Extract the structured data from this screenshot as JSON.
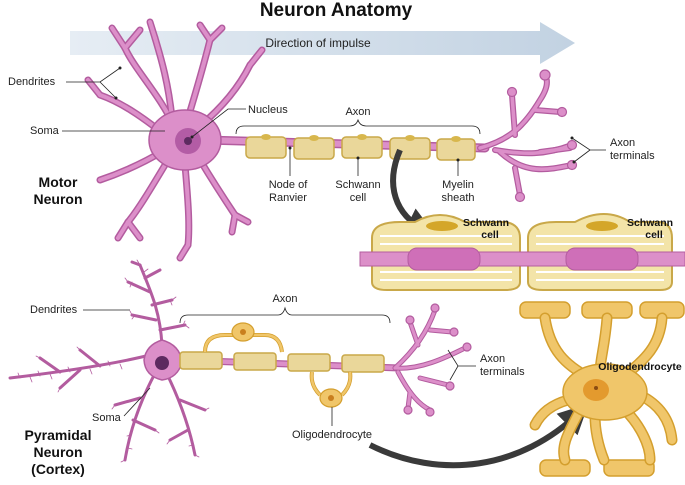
{
  "title": "Neuron Anatomy",
  "impulse_label": "Direction of impulse",
  "motor": {
    "name_line1": "Motor",
    "name_line2": "Neuron",
    "dendrites": "Dendrites",
    "soma": "Soma",
    "nucleus": "Nucleus",
    "axon": "Axon",
    "node_line1": "Node of",
    "node_line2": "Ranvier",
    "schwann_line1": "Schwann",
    "schwann_line2": "cell",
    "myelin_line1": "Myelin",
    "myelin_line2": "sheath",
    "terminals_line1": "Axon",
    "terminals_line2": "terminals"
  },
  "schwann_detail": {
    "label1_line1": "Schwann",
    "label1_line2": "cell",
    "label2_line1": "Schwann",
    "label2_line2": "cell"
  },
  "pyramidal": {
    "name_line1": "Pyramidal",
    "name_line2": "Neuron",
    "name_line3": "(Cortex)",
    "dendrites": "Dendrites",
    "soma": "Soma",
    "axon": "Axon",
    "oligodendrocyte": "Oligodendrocyte",
    "terminals_line1": "Axon",
    "terminals_line2": "terminals"
  },
  "oligo_detail": {
    "label": "Oligodendrocyte"
  },
  "colors": {
    "neuron_fill": "#dc8fc9",
    "neuron_stroke": "#b35c9f",
    "myelin_fill": "#ead79a",
    "myelin_stroke": "#c9a849",
    "oligo_fill": "#f0c66a",
    "oligo_stroke": "#d49f2e",
    "arrow_fill": "#d6e1ec",
    "dark_arrow": "#3a3a3a"
  }
}
